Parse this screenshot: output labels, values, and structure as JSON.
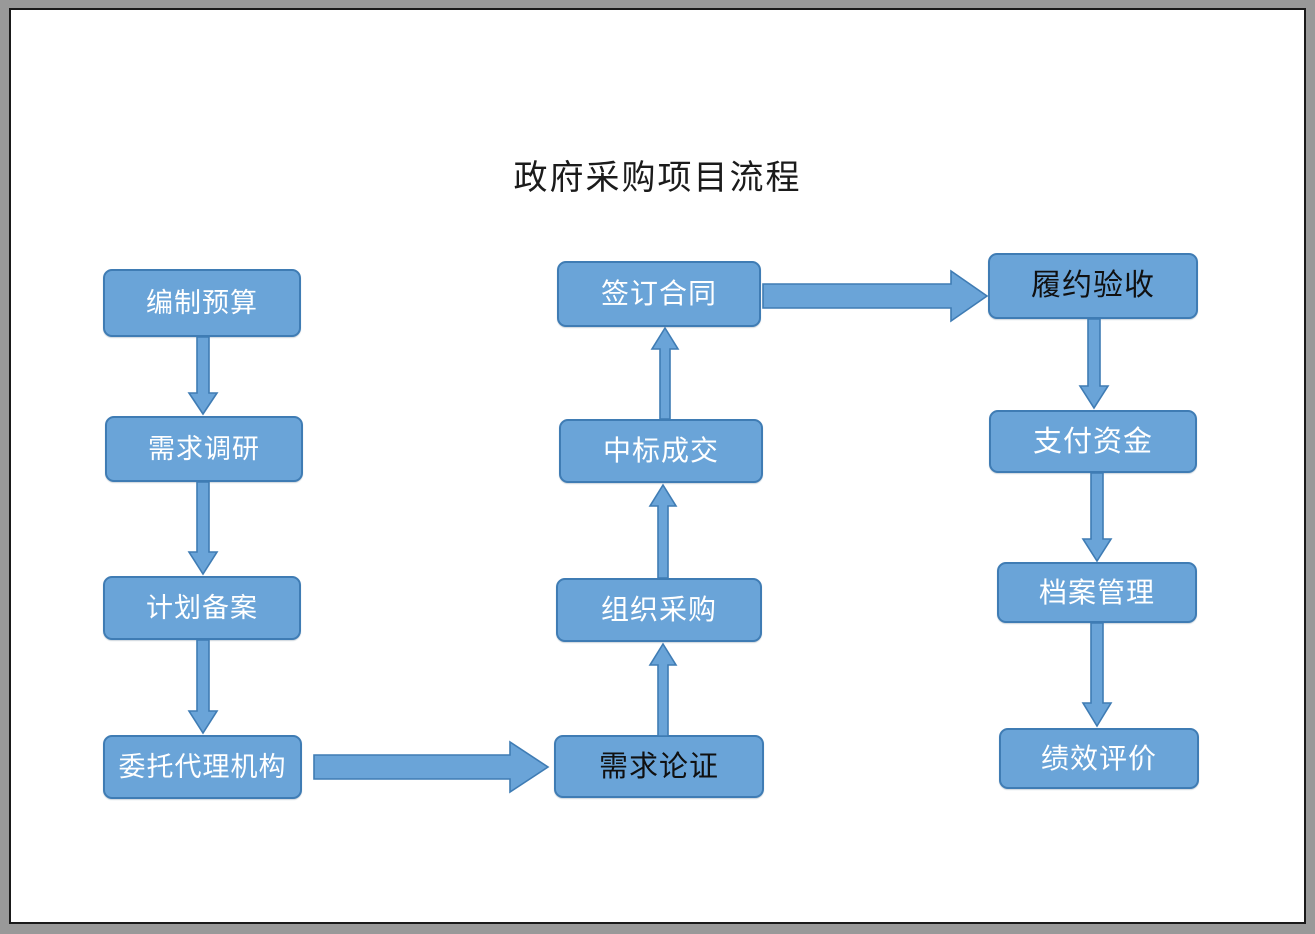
{
  "document": {
    "title": "政府采购项目流程",
    "page_background": "#ffffff",
    "canvas_background": "#999999"
  },
  "theme": {
    "box_fill": "#6aa4d8",
    "box_border": "#3f7cb4",
    "arrow_fill": "#6aa4d8",
    "arrow_border": "#3f7cb4",
    "label_light": "#ffffff",
    "label_dark": "#101010"
  },
  "chart_data": {
    "type": "diagram",
    "title": "政府采购项目流程",
    "nodes": [
      {
        "id": "n1",
        "label": "编制预算",
        "column": 1,
        "row": 1,
        "text_color": "#ffffff"
      },
      {
        "id": "n2",
        "label": "需求调研",
        "column": 1,
        "row": 2,
        "text_color": "#ffffff"
      },
      {
        "id": "n3",
        "label": "计划备案",
        "column": 1,
        "row": 3,
        "text_color": "#ffffff"
      },
      {
        "id": "n4",
        "label": "委托代理机构",
        "column": 1,
        "row": 4,
        "text_color": "#ffffff"
      },
      {
        "id": "n5",
        "label": "需求论证",
        "column": 2,
        "row": 4,
        "text_color": "#101010"
      },
      {
        "id": "n6",
        "label": "组织采购",
        "column": 2,
        "row": 3,
        "text_color": "#ffffff"
      },
      {
        "id": "n7",
        "label": "中标成交",
        "column": 2,
        "row": 2,
        "text_color": "#ffffff"
      },
      {
        "id": "n8",
        "label": "签订合同",
        "column": 2,
        "row": 1,
        "text_color": "#ffffff"
      },
      {
        "id": "n9",
        "label": "履约验收",
        "column": 3,
        "row": 1,
        "text_color": "#101010"
      },
      {
        "id": "n10",
        "label": "支付资金",
        "column": 3,
        "row": 2,
        "text_color": "#ffffff"
      },
      {
        "id": "n11",
        "label": "档案管理",
        "column": 3,
        "row": 3,
        "text_color": "#ffffff"
      },
      {
        "id": "n12",
        "label": "绩效评价",
        "column": 3,
        "row": 4,
        "text_color": "#ffffff"
      }
    ],
    "edges": [
      {
        "from": "编制预算",
        "to": "需求调研",
        "direction": "down"
      },
      {
        "from": "需求调研",
        "to": "计划备案",
        "direction": "down"
      },
      {
        "from": "计划备案",
        "to": "委托代理机构",
        "direction": "down"
      },
      {
        "from": "委托代理机构",
        "to": "需求论证",
        "direction": "right"
      },
      {
        "from": "需求论证",
        "to": "组织采购",
        "direction": "up"
      },
      {
        "from": "组织采购",
        "to": "中标成交",
        "direction": "up"
      },
      {
        "from": "中标成交",
        "to": "签订合同",
        "direction": "up"
      },
      {
        "from": "签订合同",
        "to": "履约验收",
        "direction": "right"
      },
      {
        "from": "履约验收",
        "to": "支付资金",
        "direction": "down"
      },
      {
        "from": "支付资金",
        "to": "档案管理",
        "direction": "down"
      },
      {
        "from": "档案管理",
        "to": "绩效评价",
        "direction": "down"
      }
    ]
  }
}
